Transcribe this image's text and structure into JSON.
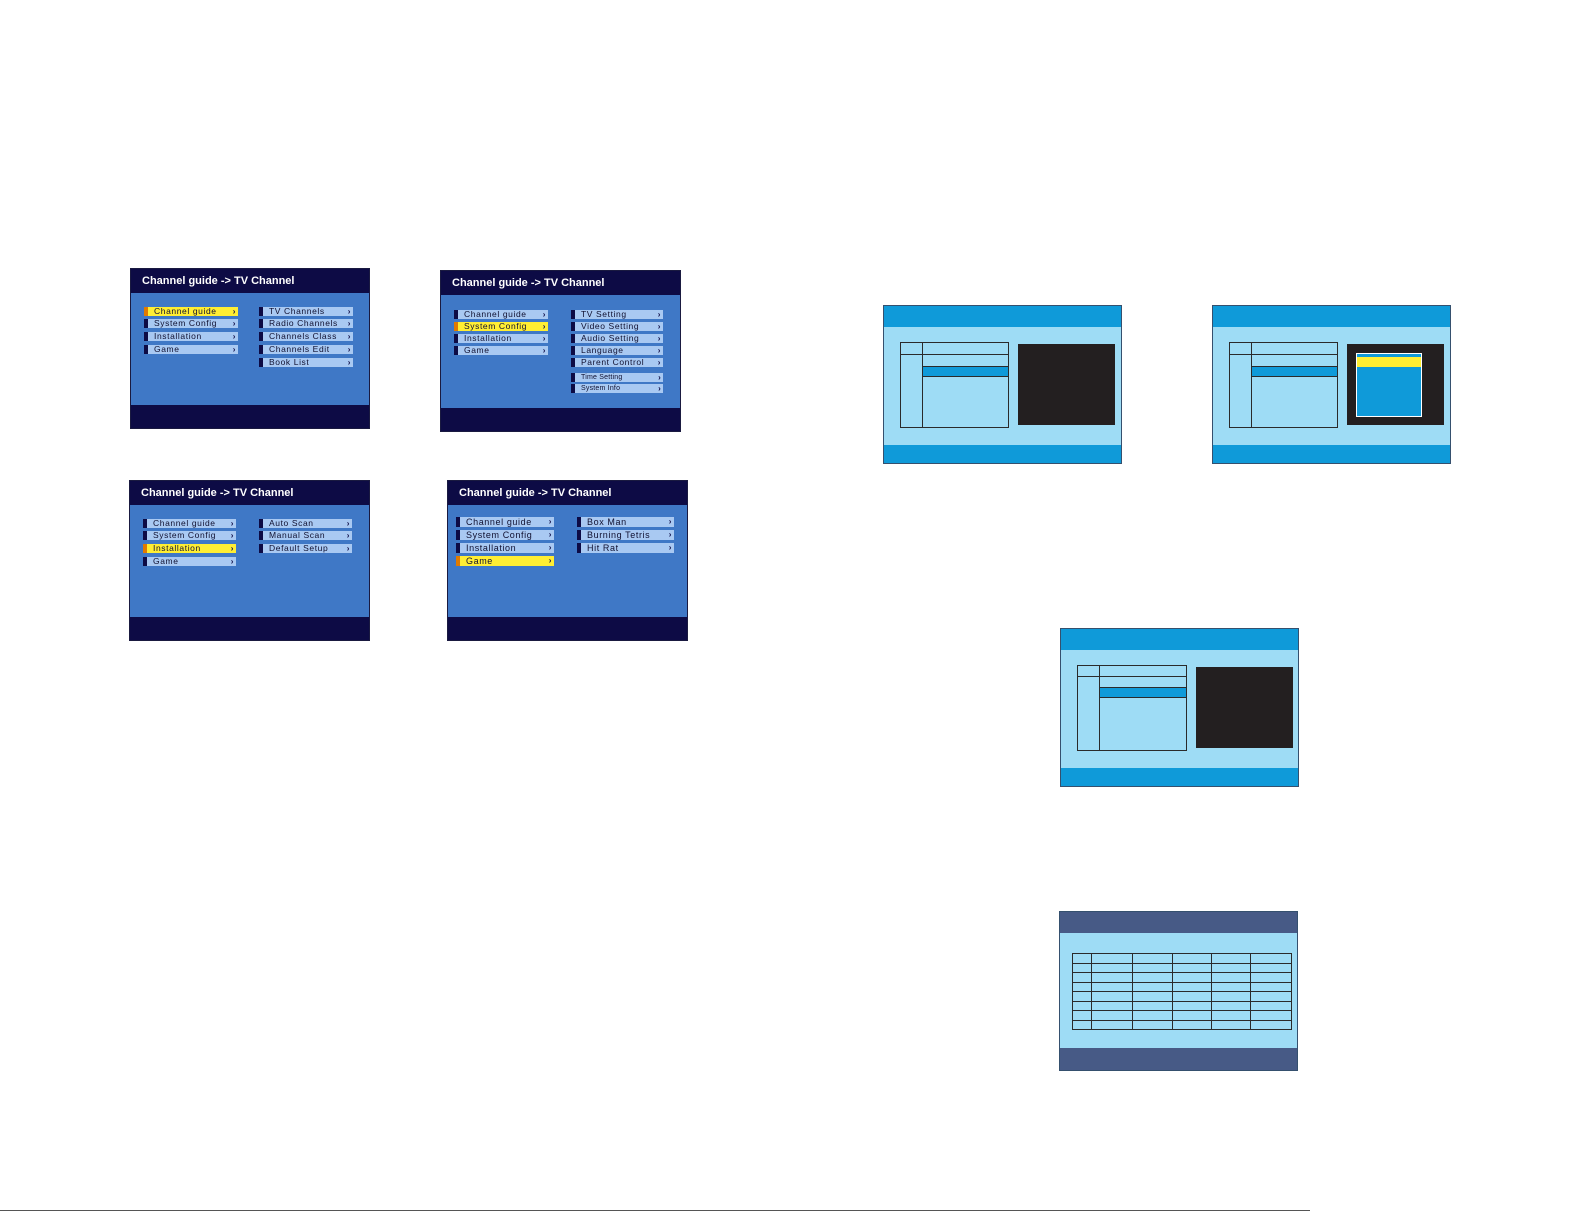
{
  "header_title": "Channel guide -> TV Channel",
  "main_menu": [
    "Channel guide",
    "System Config",
    "Installation",
    "Game"
  ],
  "screens": [
    {
      "selected": 0,
      "submenu": [
        "TV Channels",
        "Radio Channels",
        "Channels Class",
        "Channels Edit",
        "Book List"
      ]
    },
    {
      "selected": 1,
      "submenu": [
        "TV Setting",
        "Video Setting",
        "Audio Setting",
        "Language",
        "Parent Control",
        "Time Setting",
        "System Info"
      ]
    },
    {
      "selected": 2,
      "submenu": [
        "Auto Scan",
        "Manual Scan",
        "Default Setup"
      ]
    },
    {
      "selected": 3,
      "submenu": [
        "Box Man",
        "Burning Tetris",
        "Hit Rat"
      ]
    }
  ],
  "colors": {
    "menu_bg": "#3f78c6",
    "header_bar": "#0d0b45",
    "menu_item": "#a9c9f2",
    "selected_item": "#ffee33",
    "wireframe_bg": "#9edcf5",
    "wireframe_bar": "#0f9ad9",
    "preview_window": "#231f20"
  }
}
